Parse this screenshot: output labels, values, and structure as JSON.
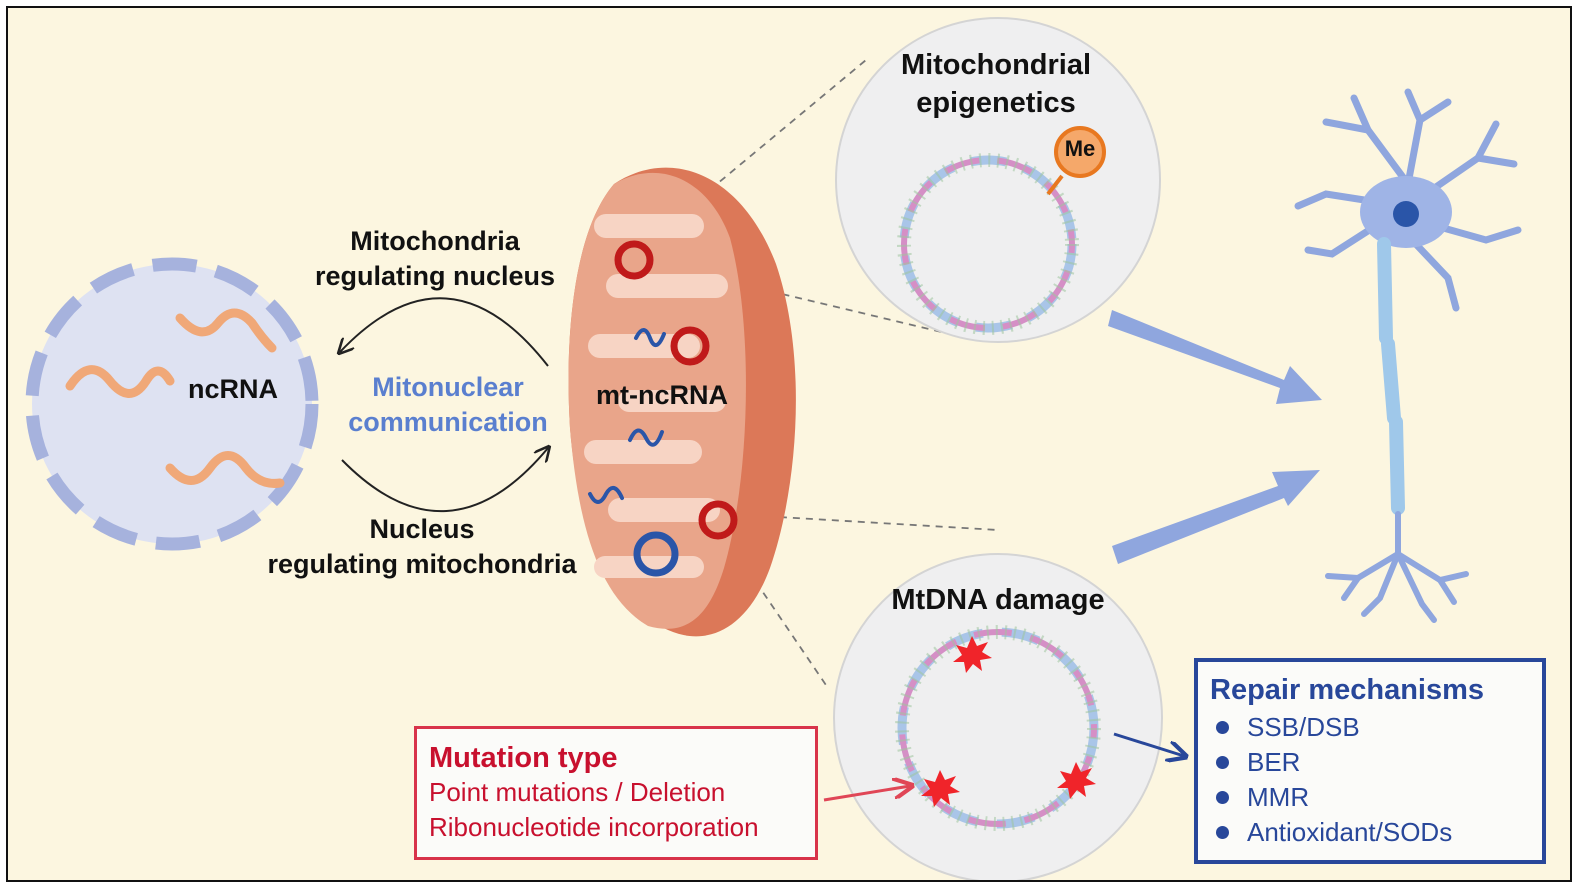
{
  "nucleus": {
    "label": "ncRNA"
  },
  "arrows": {
    "top_label": [
      "Mitochondria",
      "regulating nucleus"
    ],
    "center_label": [
      "Mitonuclear",
      "communication"
    ],
    "bottom_label": [
      "Nucleus",
      "regulating mitochondria"
    ]
  },
  "mitochondrion": {
    "label": "mt-ncRNA"
  },
  "epigenetics": {
    "title": [
      "Mitochondrial",
      "epigenetics"
    ],
    "methyl_label": "Me"
  },
  "damage": {
    "title": "MtDNA damage"
  },
  "mutation_box": {
    "title": "Mutation type",
    "items": [
      "Point mutations / Deletion",
      "Ribonucleotide incorporation"
    ]
  },
  "repair_box": {
    "title": "Repair mechanisms",
    "items": [
      "SSB/DSB",
      "BER",
      "MMR",
      "Antioxidant/SODs"
    ]
  },
  "colors": {
    "background": "#fcf6e0",
    "mutation_red": "#c8102e",
    "repair_blue": "#28479a",
    "label_blue": "#5a7fcf",
    "neuron_blue": "#8fa6de",
    "mitochondrion_salmon": "#e59a80"
  },
  "icons": [
    "nucleus-icon",
    "mitochondrion-icon",
    "mtdna-circle-icon",
    "neuron-icon",
    "methyl-tag-icon",
    "damage-burst-icon"
  ]
}
